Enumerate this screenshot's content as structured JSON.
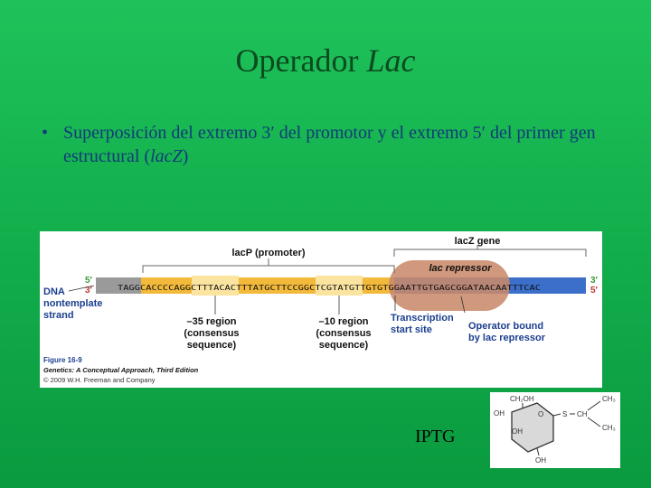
{
  "slide": {
    "title_main": "Operador ",
    "title_italic": "Lac",
    "bullet_symbol": "•",
    "bullet_pre": "Superposición del extremo 3′ del promotor y el extremo 5′ del primer gen estructural (",
    "bullet_italic": "lacZ",
    "bullet_post": ")"
  },
  "figure": {
    "lacp_label": "lacP (promoter)",
    "lacz_label": "lacZ gene",
    "repressor_label": "lac repressor",
    "five_prime": "5′",
    "three_prime": "3′",
    "dna_label": "DNA",
    "nontemplate_label": "nontemplate",
    "strand_label": "strand",
    "sequence": "TAGGCACCCCAGGCTTTACACTTTATGCTTCCGGCTCGTATGTTGTGTGGAATTGTGAGCGGATAACAATTTCAC",
    "minus35_line1": "–35 region",
    "minus35_line2": "(consensus",
    "minus35_line3": "sequence)",
    "minus10_line1": "–10 region",
    "minus10_line2": "(consensus",
    "minus10_line3": "sequence)",
    "tss_line1": "Transcription",
    "tss_line2": "start site",
    "operator_line1": "Operator bound",
    "operator_line2": "by lac repressor",
    "caption_figure": "Figure 16-9",
    "caption_book": "Genetics: A Conceptual Approach, Third Edition",
    "caption_copyright": "© 2009 W.H. Freeman and Company",
    "colors": {
      "promoter": "#f2b93b",
      "promoter_light": "#fbe3a0",
      "gene": "#3b6fc9",
      "repressor": "#c98a6a",
      "label_blue": "#1b3f8f",
      "strand_green": "#3a9a3a"
    }
  },
  "iptg": {
    "label": "IPTG",
    "ch2oh": "CH₂OH",
    "oh_left": "OH",
    "oh_inner": "OH",
    "oh_bottom": "OH",
    "ring_o": "O",
    "s": "S",
    "ch": "CH",
    "ch3_top": "CH₃",
    "ch3_bottom": "CH₃"
  }
}
